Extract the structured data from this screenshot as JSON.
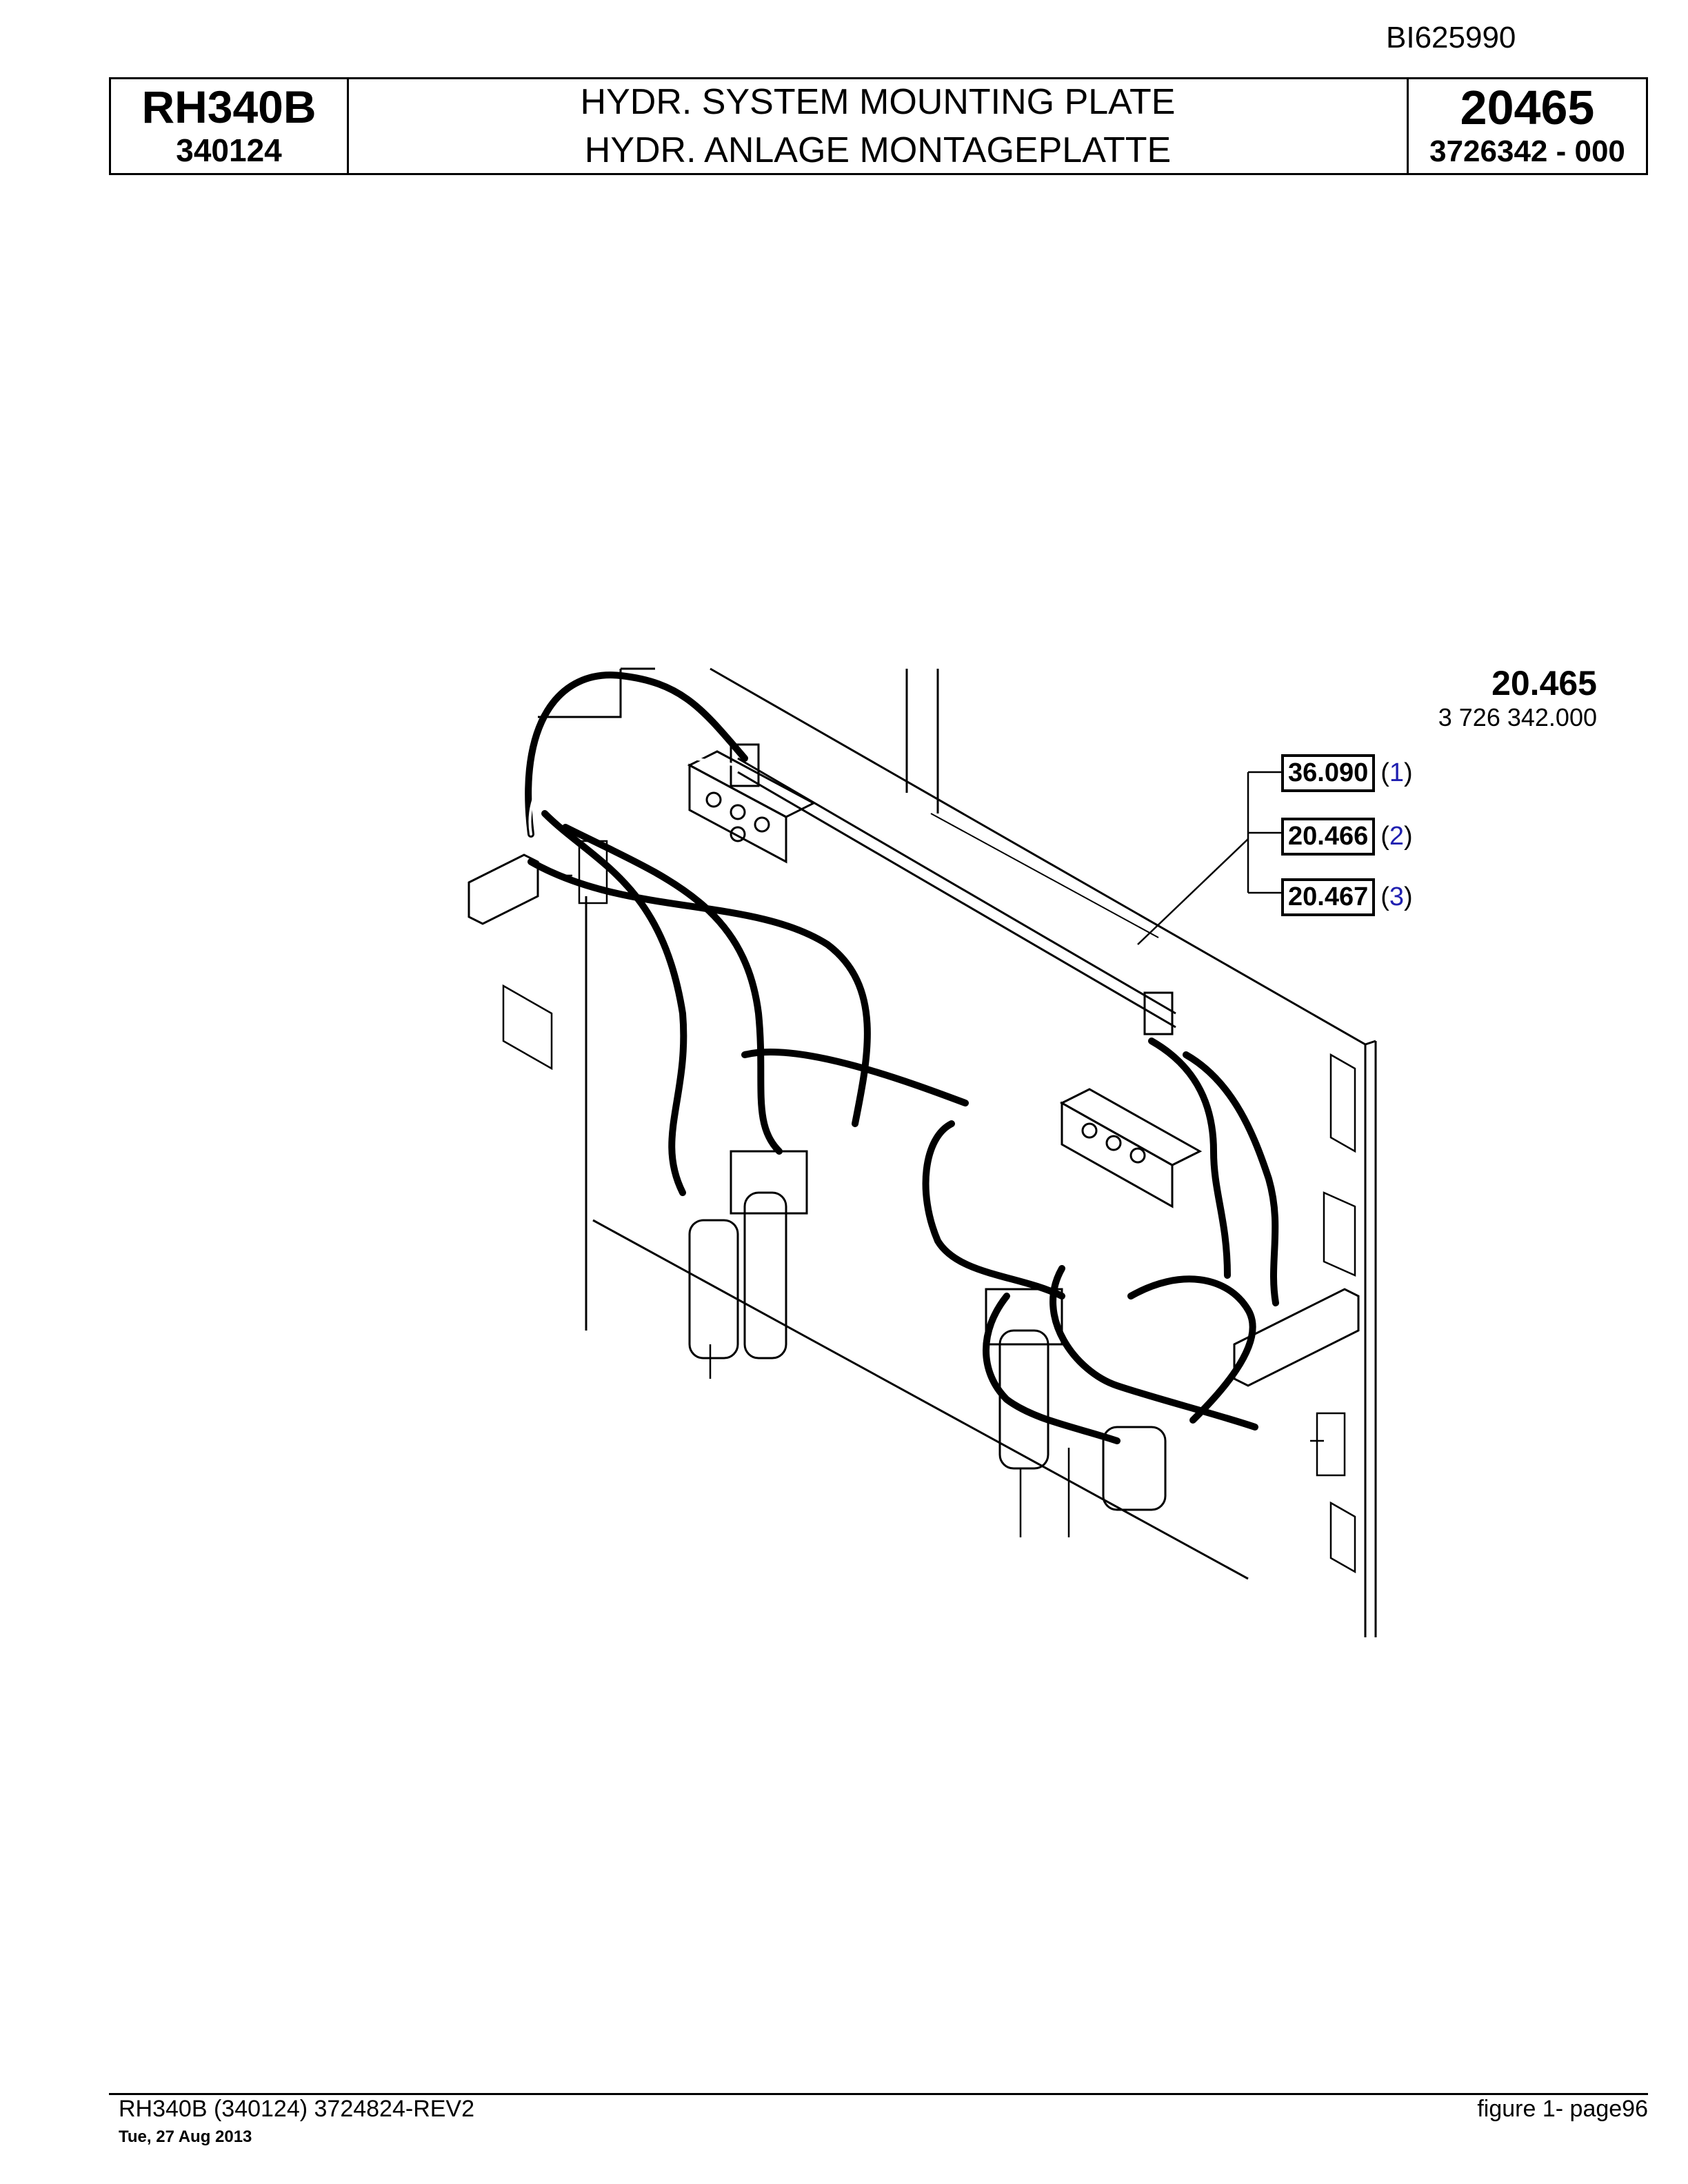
{
  "header": {
    "doc_id": "BI625990",
    "model": "RH340B",
    "serial": "340124",
    "title_en": "HYDR. SYSTEM MOUNTING PLATE",
    "title_de": "HYDR. ANLAGE MONTAGEPLATTE",
    "group_no": "20465",
    "part_no": "3726342  - 000"
  },
  "drawing": {
    "ref_title": "20.465",
    "ref_sub": "3 726 342.000",
    "callouts": [
      {
        "ref": "36.090",
        "open": "(",
        "num": "1",
        "close": ")"
      },
      {
        "ref": "20.466",
        "open": "(",
        "num": "2",
        "close": ")"
      },
      {
        "ref": "20.467",
        "open": "(",
        "num": "3",
        "close": ")"
      }
    ]
  },
  "footer": {
    "left": "RH340B (340124) 3724824-REV2",
    "date": "Tue, 27 Aug 2013",
    "right": "figure  1- page96"
  }
}
